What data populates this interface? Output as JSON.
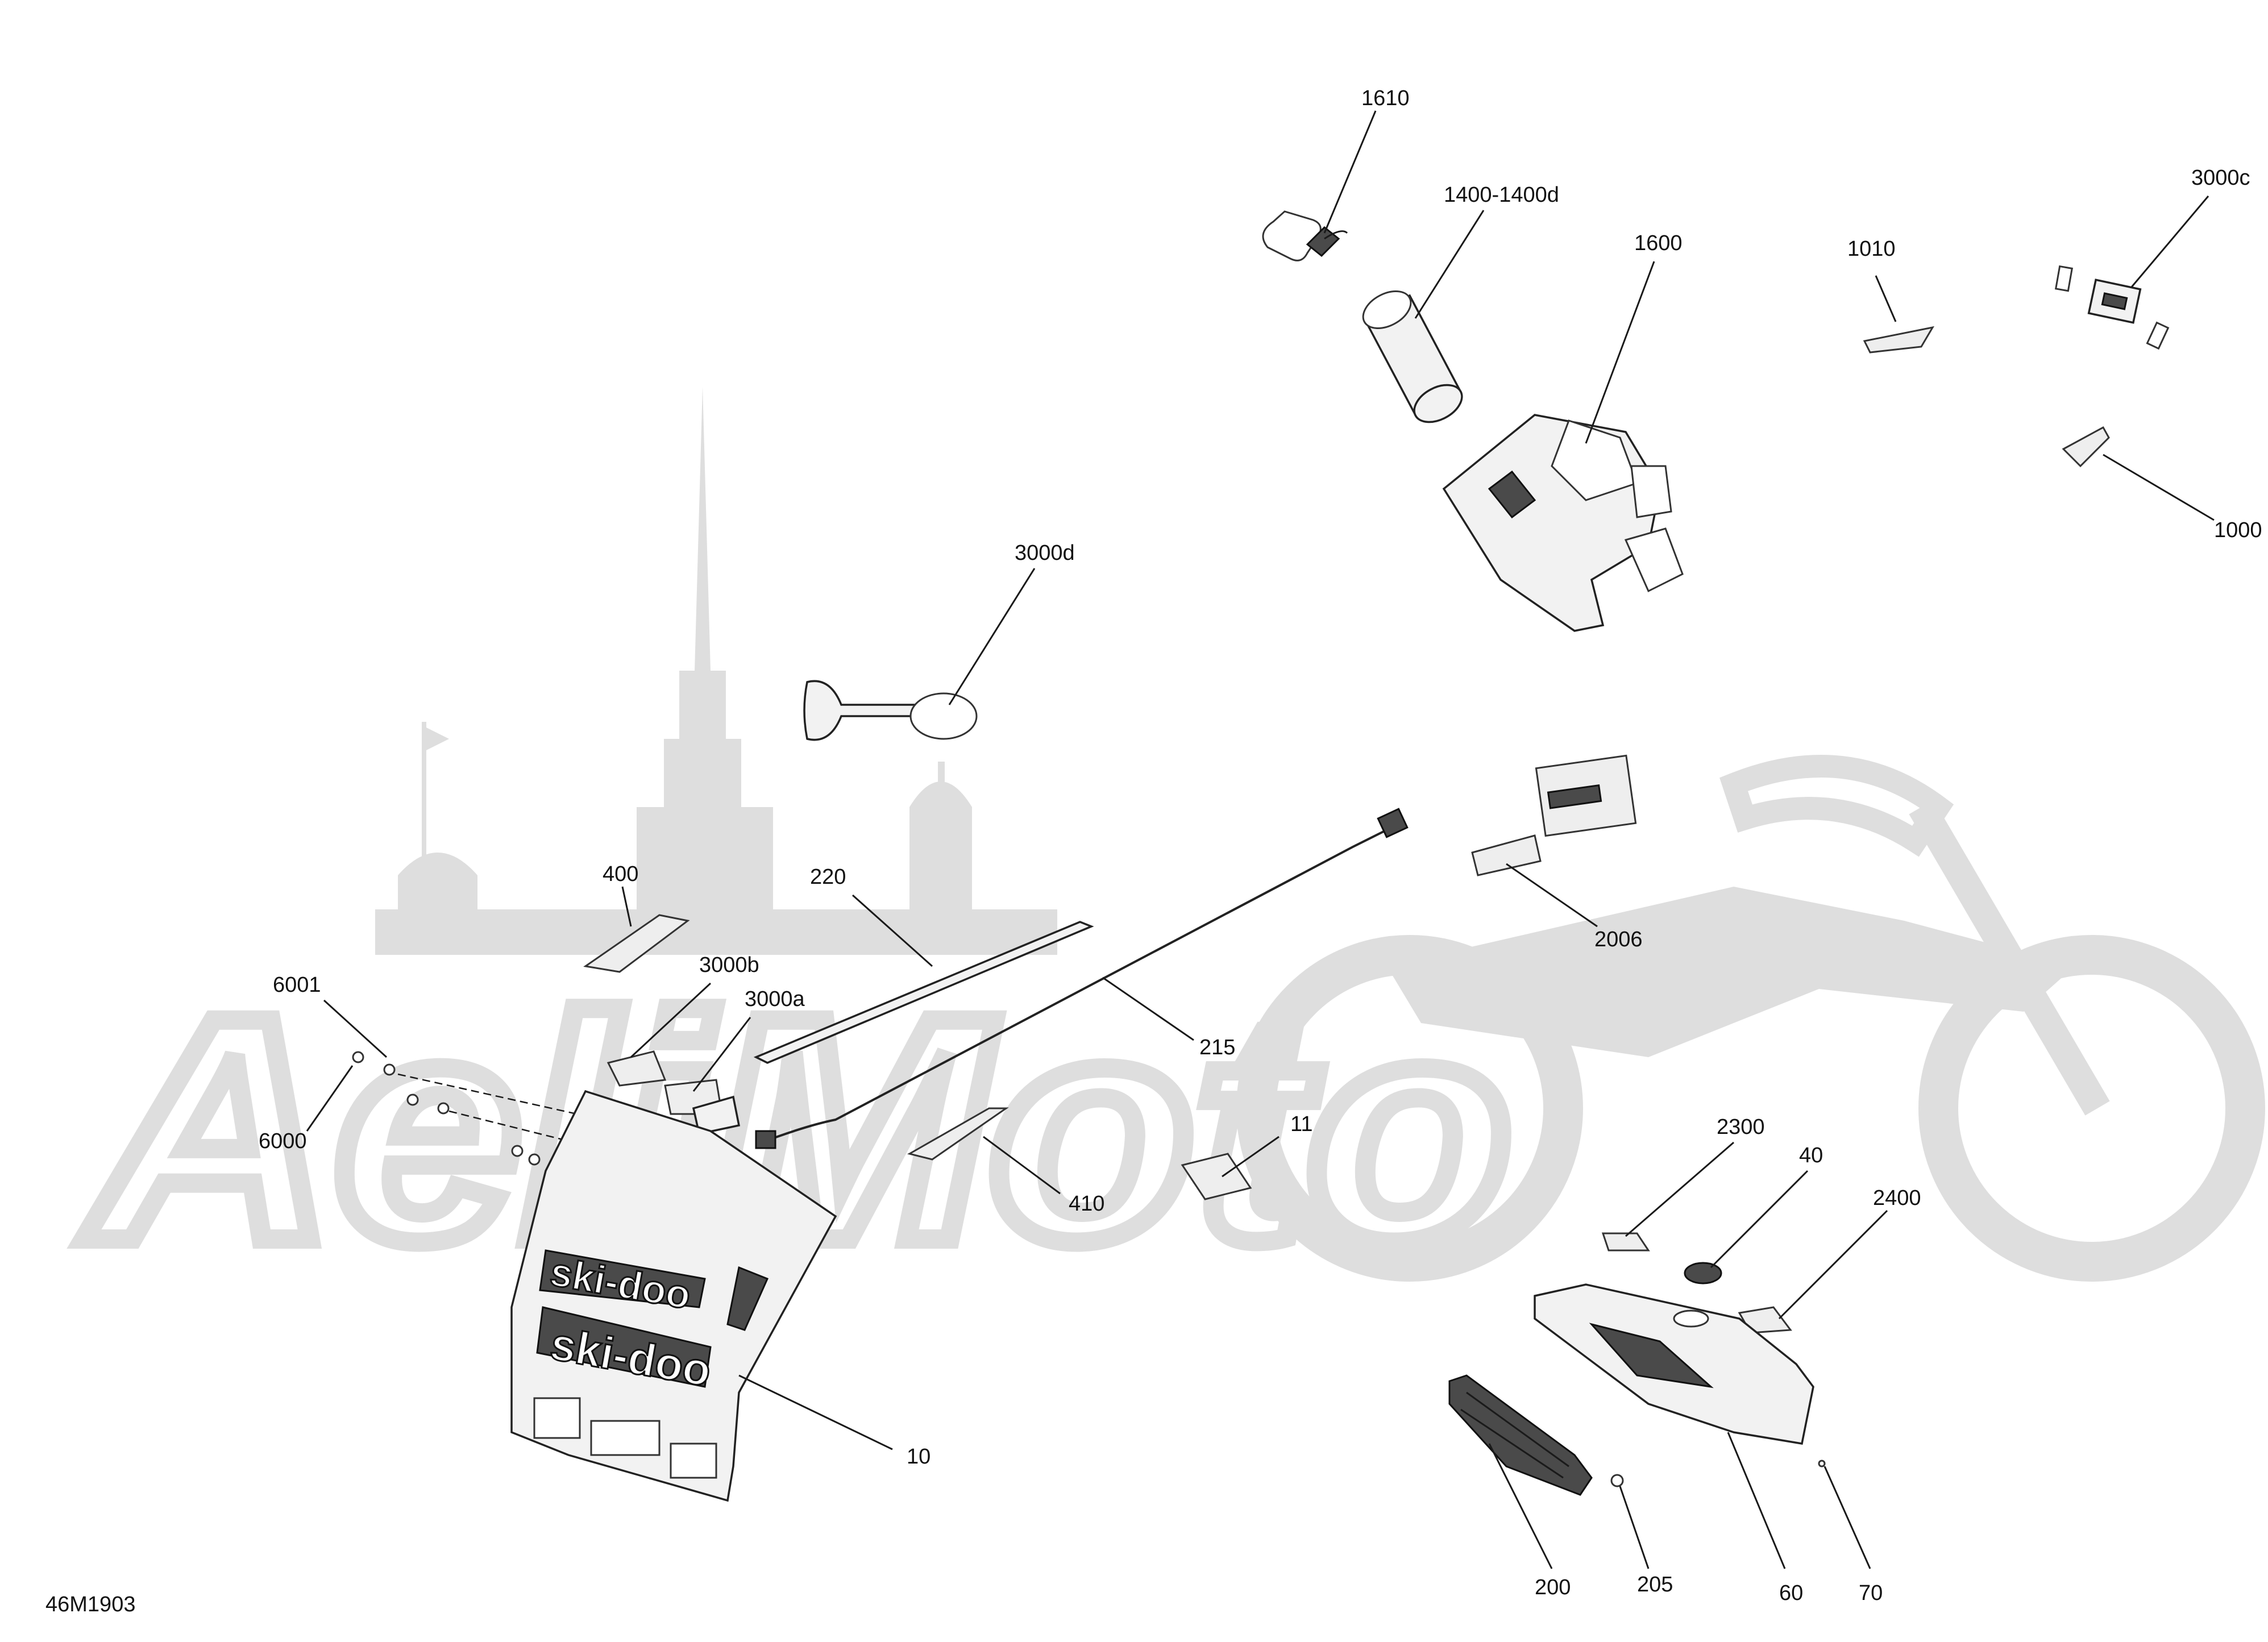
{
  "drawing_number": "46M1903",
  "watermark_text": "AeliMoto",
  "brand_logo_text": "ski-doo",
  "callouts": [
    "1610",
    "1400-1400d",
    "1600",
    "1010",
    "3000c",
    "1000",
    "3000d",
    "2006",
    "400",
    "220",
    "6001",
    "3000b",
    "3000a",
    "215",
    "6000",
    "11",
    "410",
    "2300",
    "40",
    "2400",
    "10",
    "200",
    "205",
    "60",
    "70"
  ],
  "colors": {
    "line": "#1a1a1a",
    "watermark": "#dedede",
    "background": "#ffffff"
  }
}
